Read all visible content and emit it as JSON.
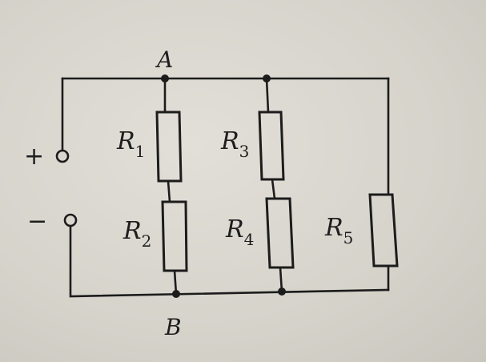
{
  "diagram": {
    "nodes": {
      "top": "A",
      "bottom": "B"
    },
    "terminals": {
      "positive": "+",
      "negative": "−"
    },
    "resistors": [
      {
        "id": "R1",
        "letter": "R",
        "sub": "1"
      },
      {
        "id": "R2",
        "letter": "R",
        "sub": "2"
      },
      {
        "id": "R3",
        "letter": "R",
        "sub": "3"
      },
      {
        "id": "R4",
        "letter": "R",
        "sub": "4"
      },
      {
        "id": "R5",
        "letter": "R",
        "sub": "5"
      }
    ]
  }
}
